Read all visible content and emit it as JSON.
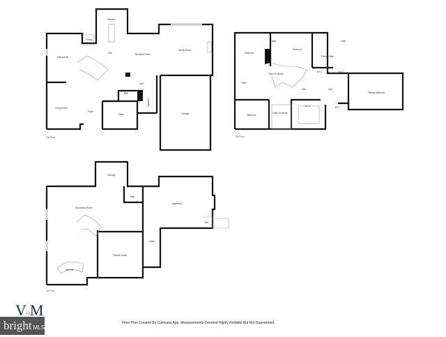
{
  "floors": [
    {
      "name": "2nd Floor",
      "rooms": [
        "Kitchen",
        "Pantry",
        "Dining Area",
        "Hall",
        "Breakfast Nook",
        "Family Room",
        "Living Room",
        "Foyer",
        "Office",
        "Bath",
        "Hall",
        "Laundry",
        "Garage"
      ]
    },
    {
      "name": "3rd Floor",
      "rooms": [
        "Bedroom",
        "Bath",
        "Bedroom",
        "Primary Bath",
        "Bath",
        "Open To Below",
        "W.I.C.",
        "W.I.C.",
        "Bath",
        "Hall",
        "Hall",
        "Primary Bedroom",
        "Bedroom",
        "Open To Below",
        "W.I.C.",
        "W.I.C."
      ]
    },
    {
      "name": "1st Floor",
      "rooms": [
        "Storage",
        "Bath",
        "Recreation Room",
        "Basement",
        "Hall",
        "Utility",
        "Theatre Room",
        "Wet Bar"
      ]
    }
  ],
  "logo": {
    "brand": "V&M",
    "mls": "bright MLS"
  },
  "disclaimer": "Floor Plan Created By Cubicasa App. Measurements Deemed Highly Reliable But Not Guaranteed."
}
